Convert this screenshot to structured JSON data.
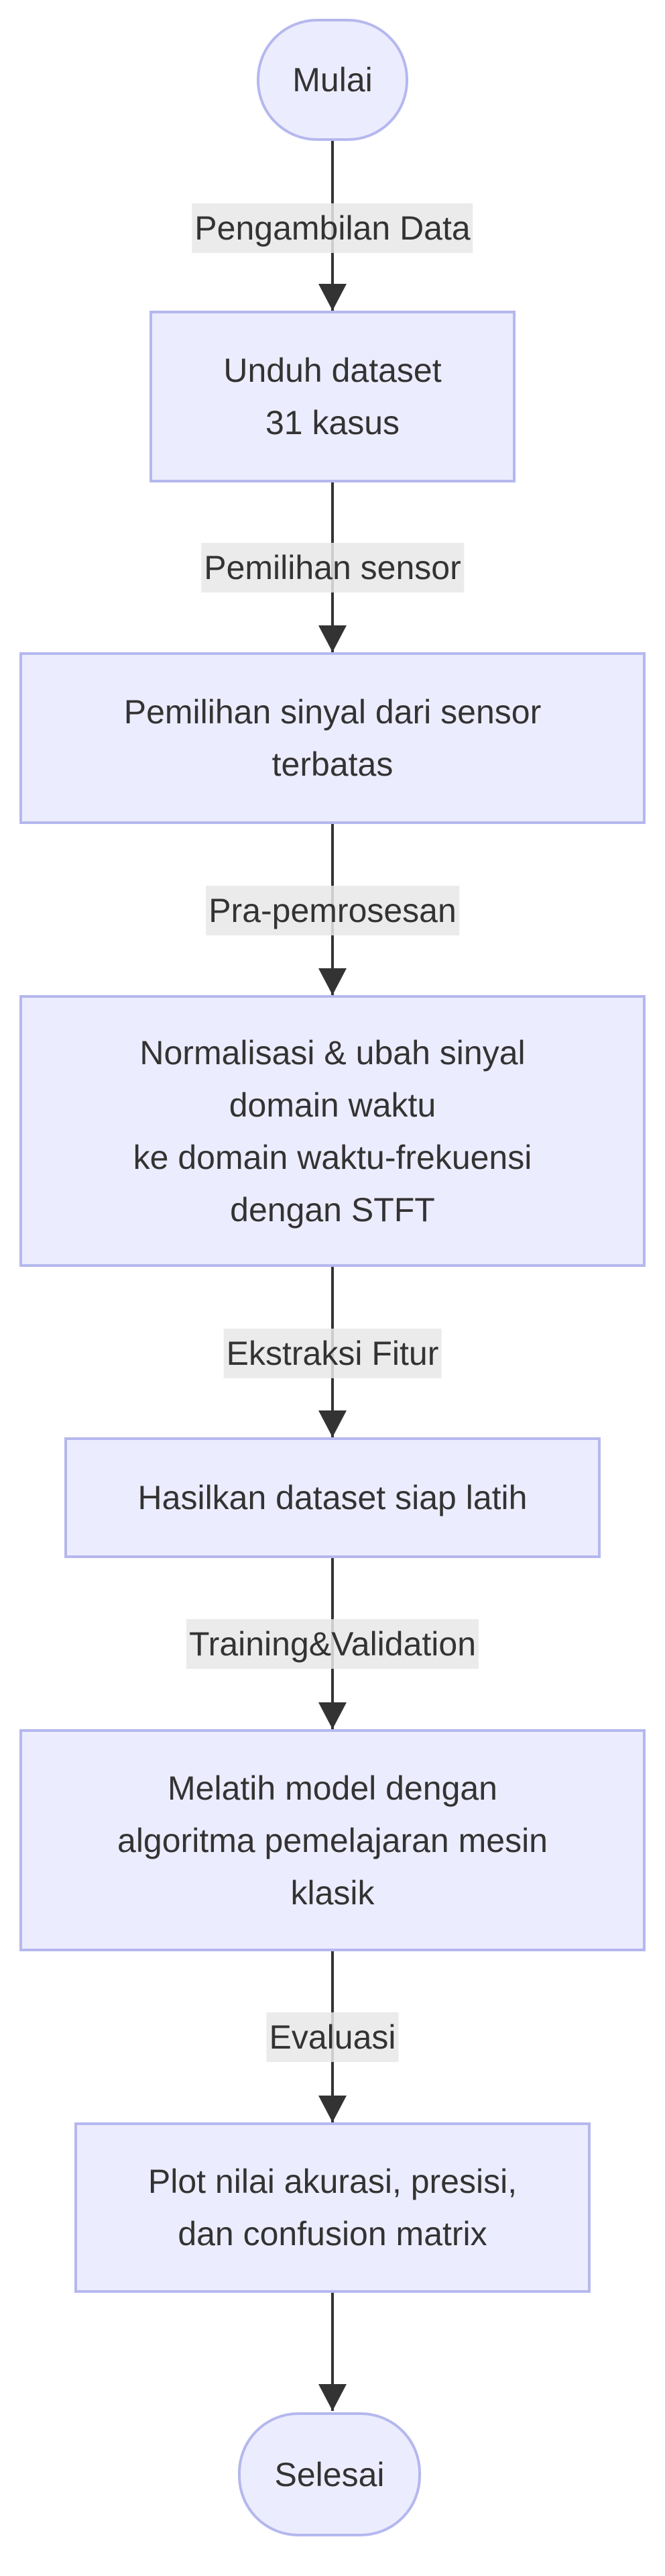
{
  "flowchart": {
    "start_node": {
      "label": "Mulai"
    },
    "end_node": {
      "label": "Selesai"
    },
    "steps": [
      {
        "edge_label": "Pengambilan Data",
        "box_lines": [
          "Unduh dataset",
          "31 kasus"
        ]
      },
      {
        "edge_label": "Pemilihan sensor",
        "box_lines": [
          "Pemilihan sinyal dari sensor",
          "terbatas"
        ]
      },
      {
        "edge_label": "Pra-pemrosesan",
        "box_lines": [
          "Normalisasi & ubah sinyal",
          "domain waktu",
          "ke domain waktu-frekuensi",
          "dengan STFT"
        ]
      },
      {
        "edge_label": "Ekstraksi Fitur",
        "box_lines": [
          "Hasilkan dataset siap latih"
        ]
      },
      {
        "edge_label": "Training&Validation",
        "box_lines": [
          "Melatih model dengan",
          "algoritma pemelajaran mesin",
          "klasik"
        ]
      },
      {
        "edge_label": "Evaluasi",
        "box_lines": [
          "Plot nilai akurasi, presisi,",
          "dan confusion matrix"
        ]
      }
    ],
    "colors": {
      "node_fill": "#ECECFF",
      "node_border": "#b5b8ee",
      "edge_label_bg": "#e8e8e8",
      "line_color": "#333333",
      "text_color": "#333333",
      "background": "#ffffff"
    }
  }
}
